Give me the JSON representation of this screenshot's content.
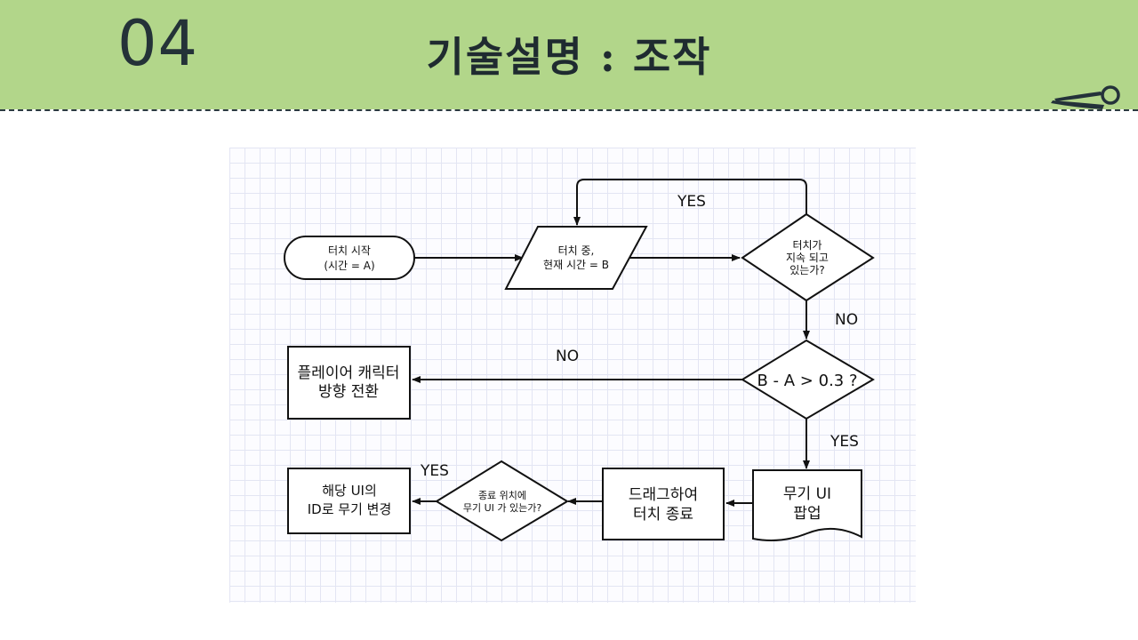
{
  "header": {
    "section_number": "04",
    "title": "기술설명 : 조작"
  },
  "flowchart": {
    "start": [
      "터치 시작",
      "(시간 = A)"
    ],
    "touching": [
      "터치 중,",
      "현재 시간 = B"
    ],
    "continue_check": [
      "터치가",
      "지속 되고",
      "있는가?"
    ],
    "time_check": "B - A > 0.3 ?",
    "rotate": [
      "플레이어 캐릭터",
      "방향 전환"
    ],
    "popup": [
      "무기 UI",
      "팝업"
    ],
    "drag": [
      "드래그하여",
      "터치 종료"
    ],
    "position_check": [
      "종료 위치에",
      "무기 UI 가 있는가?"
    ],
    "change_weapon": [
      "해당 UI의",
      "ID로 무기 변경"
    ],
    "labels": {
      "yes_loop": "YES",
      "no_down": "NO",
      "no_left": "NO",
      "yes_down": "YES",
      "yes_left": "YES"
    }
  },
  "colors": {
    "header_bg": "#b2d68a",
    "text_dark": "#1f2b30",
    "grid": "#e3e5f3"
  }
}
